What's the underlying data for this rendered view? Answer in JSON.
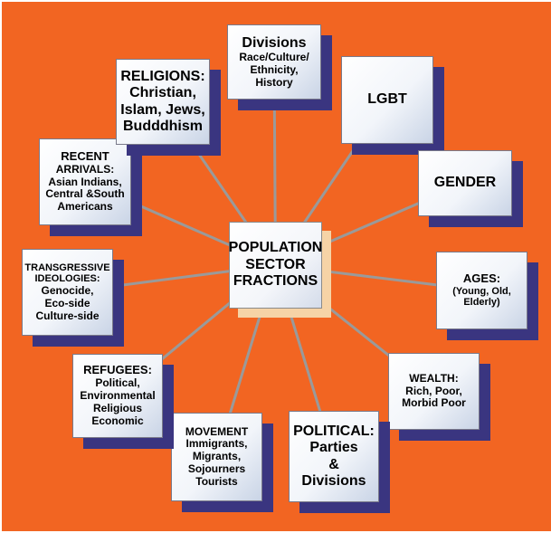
{
  "center": {
    "lines": [
      "POPULATION",
      "SECTOR",
      "FRACTIONS"
    ]
  },
  "nodes": {
    "divisions": {
      "title": "Divisions",
      "lines": [
        "Race/Culture/",
        "Ethnicity,",
        "History"
      ]
    },
    "lgbt": {
      "title": "LGBT"
    },
    "gender": {
      "title": "GENDER"
    },
    "ages": {
      "title": "AGES:",
      "lines": [
        "(Young, Old,",
        "Elderly)"
      ]
    },
    "wealth": {
      "title": "WEALTH:",
      "lines": [
        "Rich, Poor,",
        "Morbid Poor"
      ]
    },
    "political": {
      "title": "POLITICAL:",
      "lines": [
        "Parties",
        "&",
        "Divisions"
      ]
    },
    "movement": {
      "title": "MOVEMENT",
      "lines": [
        "Immigrants,",
        "Migrants,",
        "Sojourners",
        "Tourists"
      ]
    },
    "refugees": {
      "title": "REFUGEES:",
      "lines": [
        "Political,",
        "Environmental",
        "Religious",
        "Economic"
      ]
    },
    "transgressive": {
      "title": "TRANSGRESSIVE",
      "lines": [
        "IDEOLOGIES:",
        "Genocide,",
        "Eco-side",
        "Culture-side"
      ]
    },
    "recent": {
      "title": "RECENT",
      "lines": [
        "ARRIVALS:",
        "Asian Indians,",
        "Central &South",
        "Americans"
      ]
    },
    "religions": {
      "title": "RELIGIONS:",
      "lines": [
        "Christian,",
        "Islam, Jews,",
        "Budddhism"
      ]
    }
  },
  "colors": {
    "background": "#f26522",
    "spoke": "#9a9a9a",
    "shadow": "#3a3580",
    "center_shadow": "#f6d3a6"
  }
}
